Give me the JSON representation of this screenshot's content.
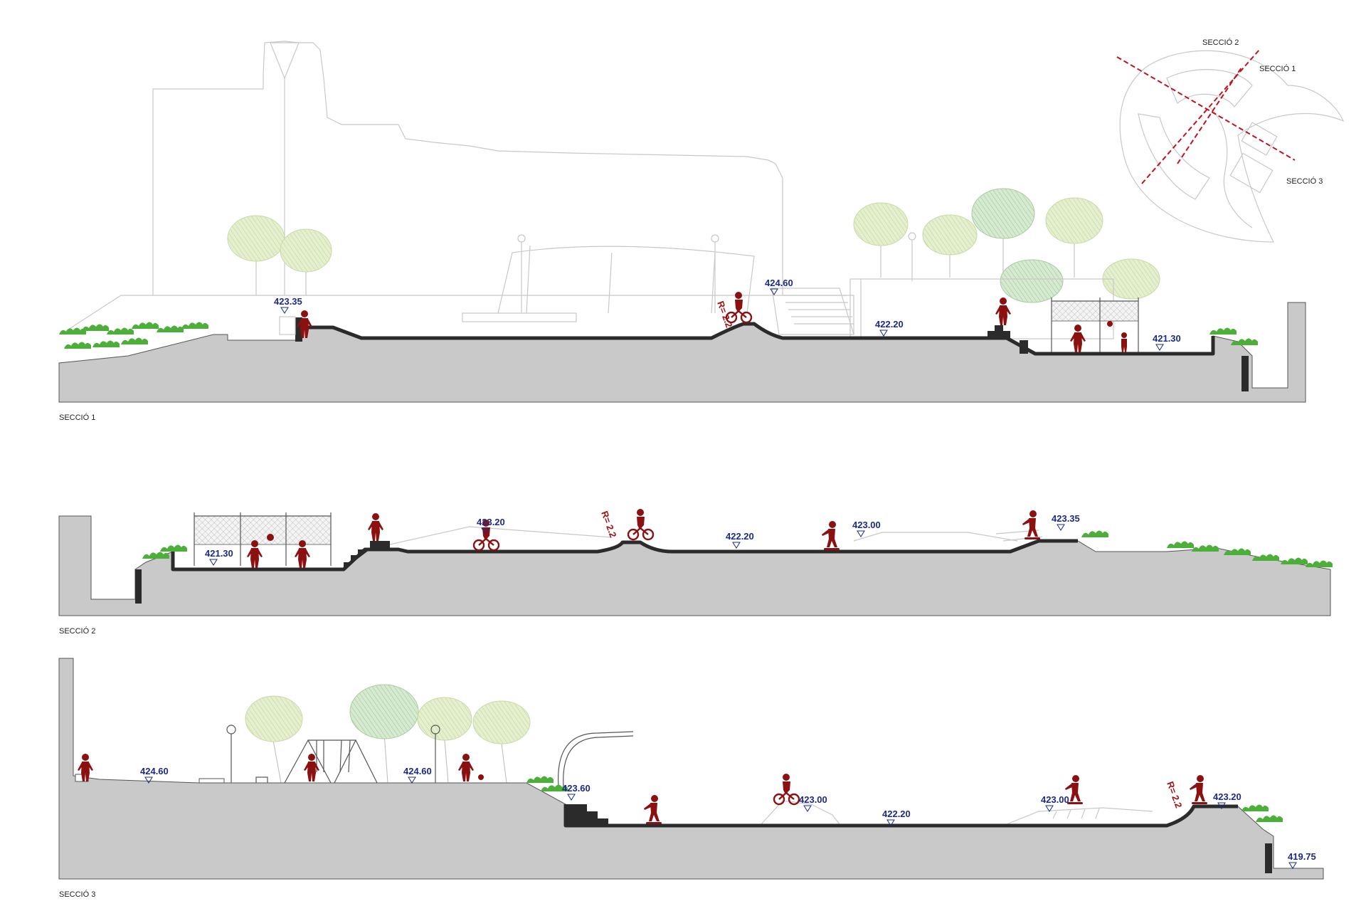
{
  "key_map": {
    "labels": [
      "SECCIÓ 2",
      "SECCIÓ 1",
      "SECCIÓ 3"
    ],
    "cut_line_color": "#c0141c"
  },
  "section_1": {
    "caption": "SECCIÓ 1",
    "levels": [
      "423.35",
      "424.60",
      "422.20",
      "421.30"
    ],
    "radius_label": "R= 2.2"
  },
  "section_2": {
    "caption": "SECCIÓ 2",
    "levels": [
      "421.30",
      "423.20",
      "422.20",
      "423.00",
      "423.35"
    ],
    "radius_label": "R= 2.2"
  },
  "section_3": {
    "caption": "SECCIÓ 3",
    "levels": [
      "424.60",
      "424.60",
      "423.60",
      "423.00",
      "422.20",
      "423.00",
      "423.20",
      "419.75"
    ],
    "radius_label": "R= 2.2"
  },
  "colors": {
    "ground": "#c9c9c9",
    "figures": "#8b1010",
    "levels": "#1b2a8c",
    "vegetation": "#4caf3a",
    "tree_canopy": "#cfe3a8"
  }
}
